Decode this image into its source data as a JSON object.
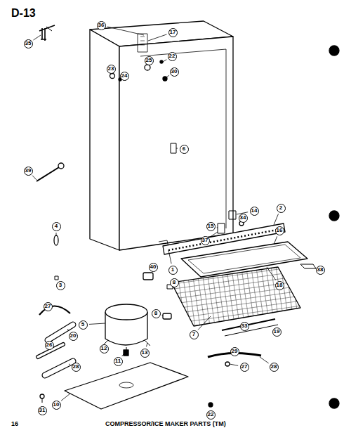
{
  "diagram": {
    "title": "D-13",
    "caption": "COMPRESSOR/ICE MAKER PARTS (TM)",
    "labels": [
      "36",
      "35",
      "17",
      "22",
      "25",
      "23",
      "24",
      "30",
      "6",
      "39",
      "2",
      "14",
      "34",
      "15",
      "37",
      "16",
      "4",
      "1",
      "8",
      "38",
      "18",
      "3",
      "40",
      "8",
      "27",
      "7",
      "5",
      "20",
      "12",
      "13",
      "33",
      "19",
      "26",
      "11",
      "28",
      "29",
      "27",
      "28",
      "10",
      "31",
      "22",
      "16"
    ]
  }
}
